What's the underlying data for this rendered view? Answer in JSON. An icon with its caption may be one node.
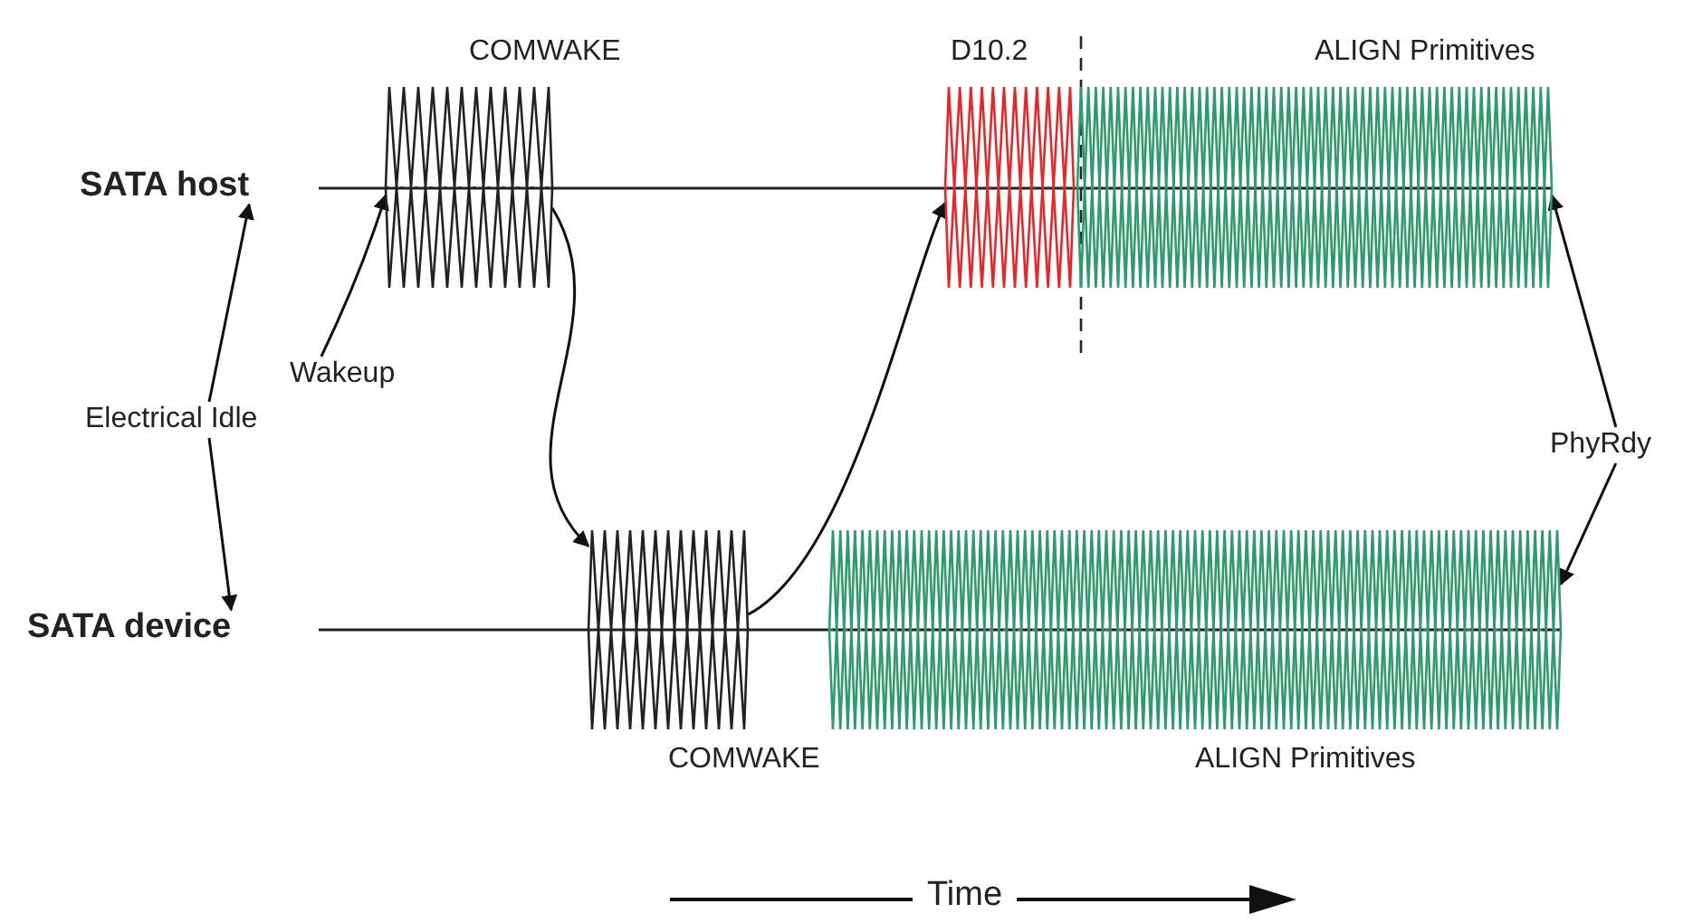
{
  "diagram": {
    "nodes": [
      {
        "text": [
          "COMWAKE"
        ]
      },
      {
        "text": [
          "D10.2"
        ]
      },
      {
        "text": [
          "ALIGN Primitives"
        ]
      },
      {
        "text": [
          "SATA host"
        ]
      },
      {
        "text": [
          "Wakeup"
        ]
      },
      {
        "text": [
          "Electrical Idle"
        ]
      },
      {
        "text": [
          "PhyRdy"
        ]
      },
      {
        "text": [
          "SATA device"
        ]
      },
      {
        "text": [
          "COMWAKE"
        ]
      },
      {
        "text": [
          "ALIGN Primitives"
        ]
      }
    ],
    "edges": [
      {
        "from": 5,
        "to": 3,
        "arrow": "to"
      },
      {
        "from": 5,
        "to": 7,
        "arrow": "to"
      },
      {
        "from": 4,
        "to": 0,
        "arrow": "to"
      },
      {
        "from": 0,
        "to": 8,
        "arrow": "to"
      },
      {
        "from": 8,
        "to": 1,
        "arrow": "to"
      },
      {
        "from": 6,
        "to": 2,
        "arrow": "to"
      },
      {
        "from": 6,
        "to": 9,
        "arrow": "to"
      }
    ],
    "labels": [
      "Time"
    ]
  }
}
